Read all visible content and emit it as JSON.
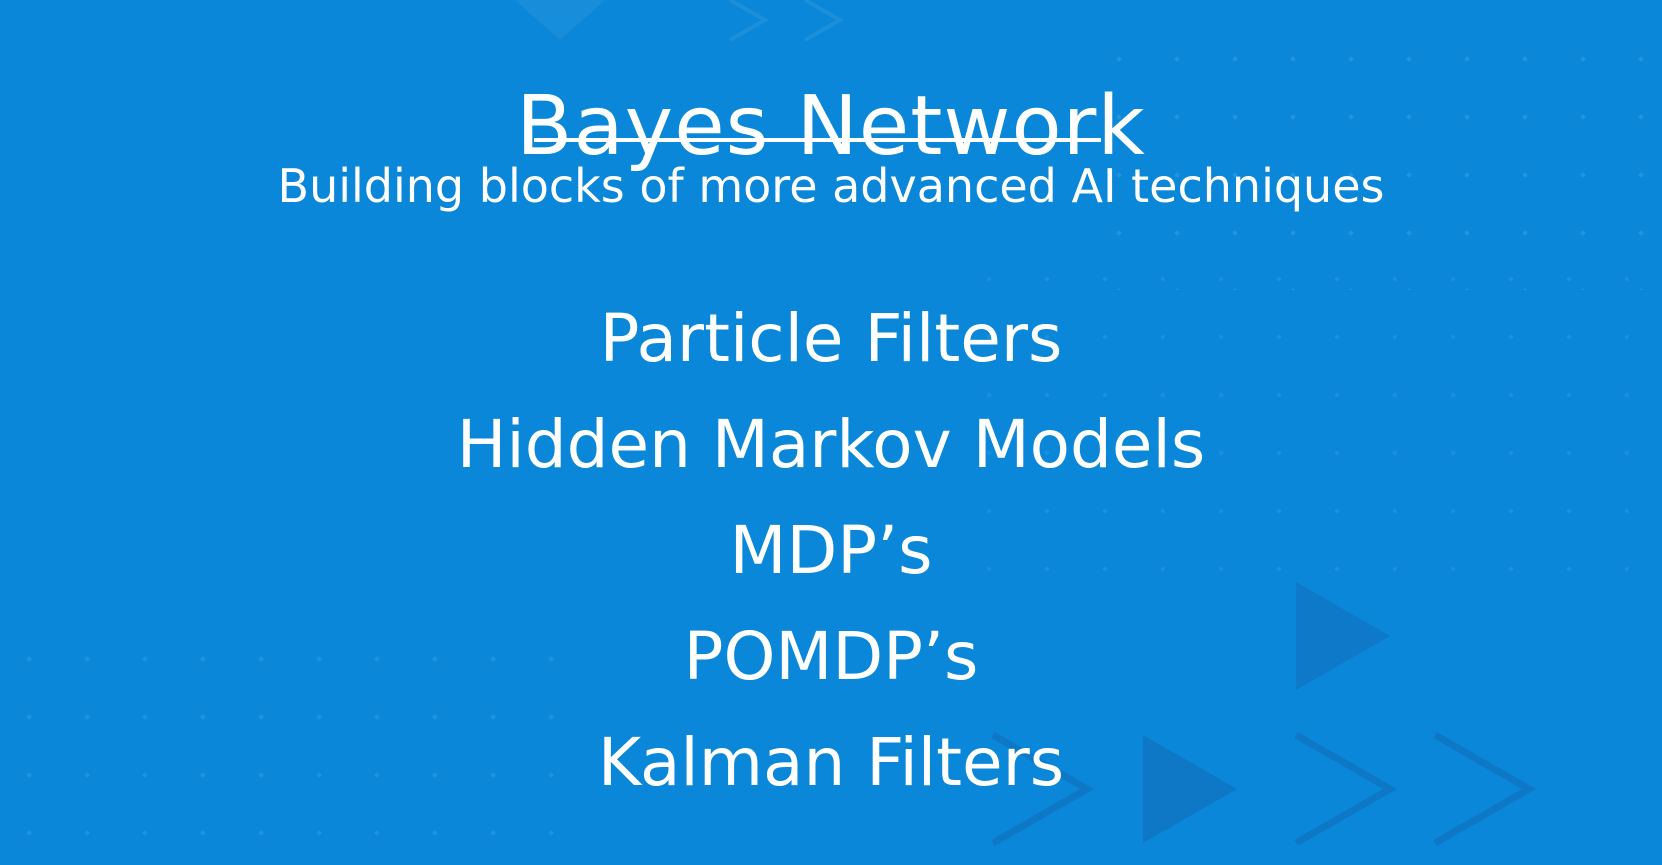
{
  "slide": {
    "title": "Bayes Network",
    "subtitle": "Building blocks of more advanced AI techniques",
    "topics": [
      "Particle Filters",
      "Hidden Markov Models",
      "MDP’s",
      "POMDP’s",
      "Kalman Filters"
    ]
  },
  "colors": {
    "background": "#0a87d8",
    "text": "#ffffff",
    "decoration": "#0f72c0"
  },
  "icons": {
    "decoration": "play-triangle-icon"
  }
}
